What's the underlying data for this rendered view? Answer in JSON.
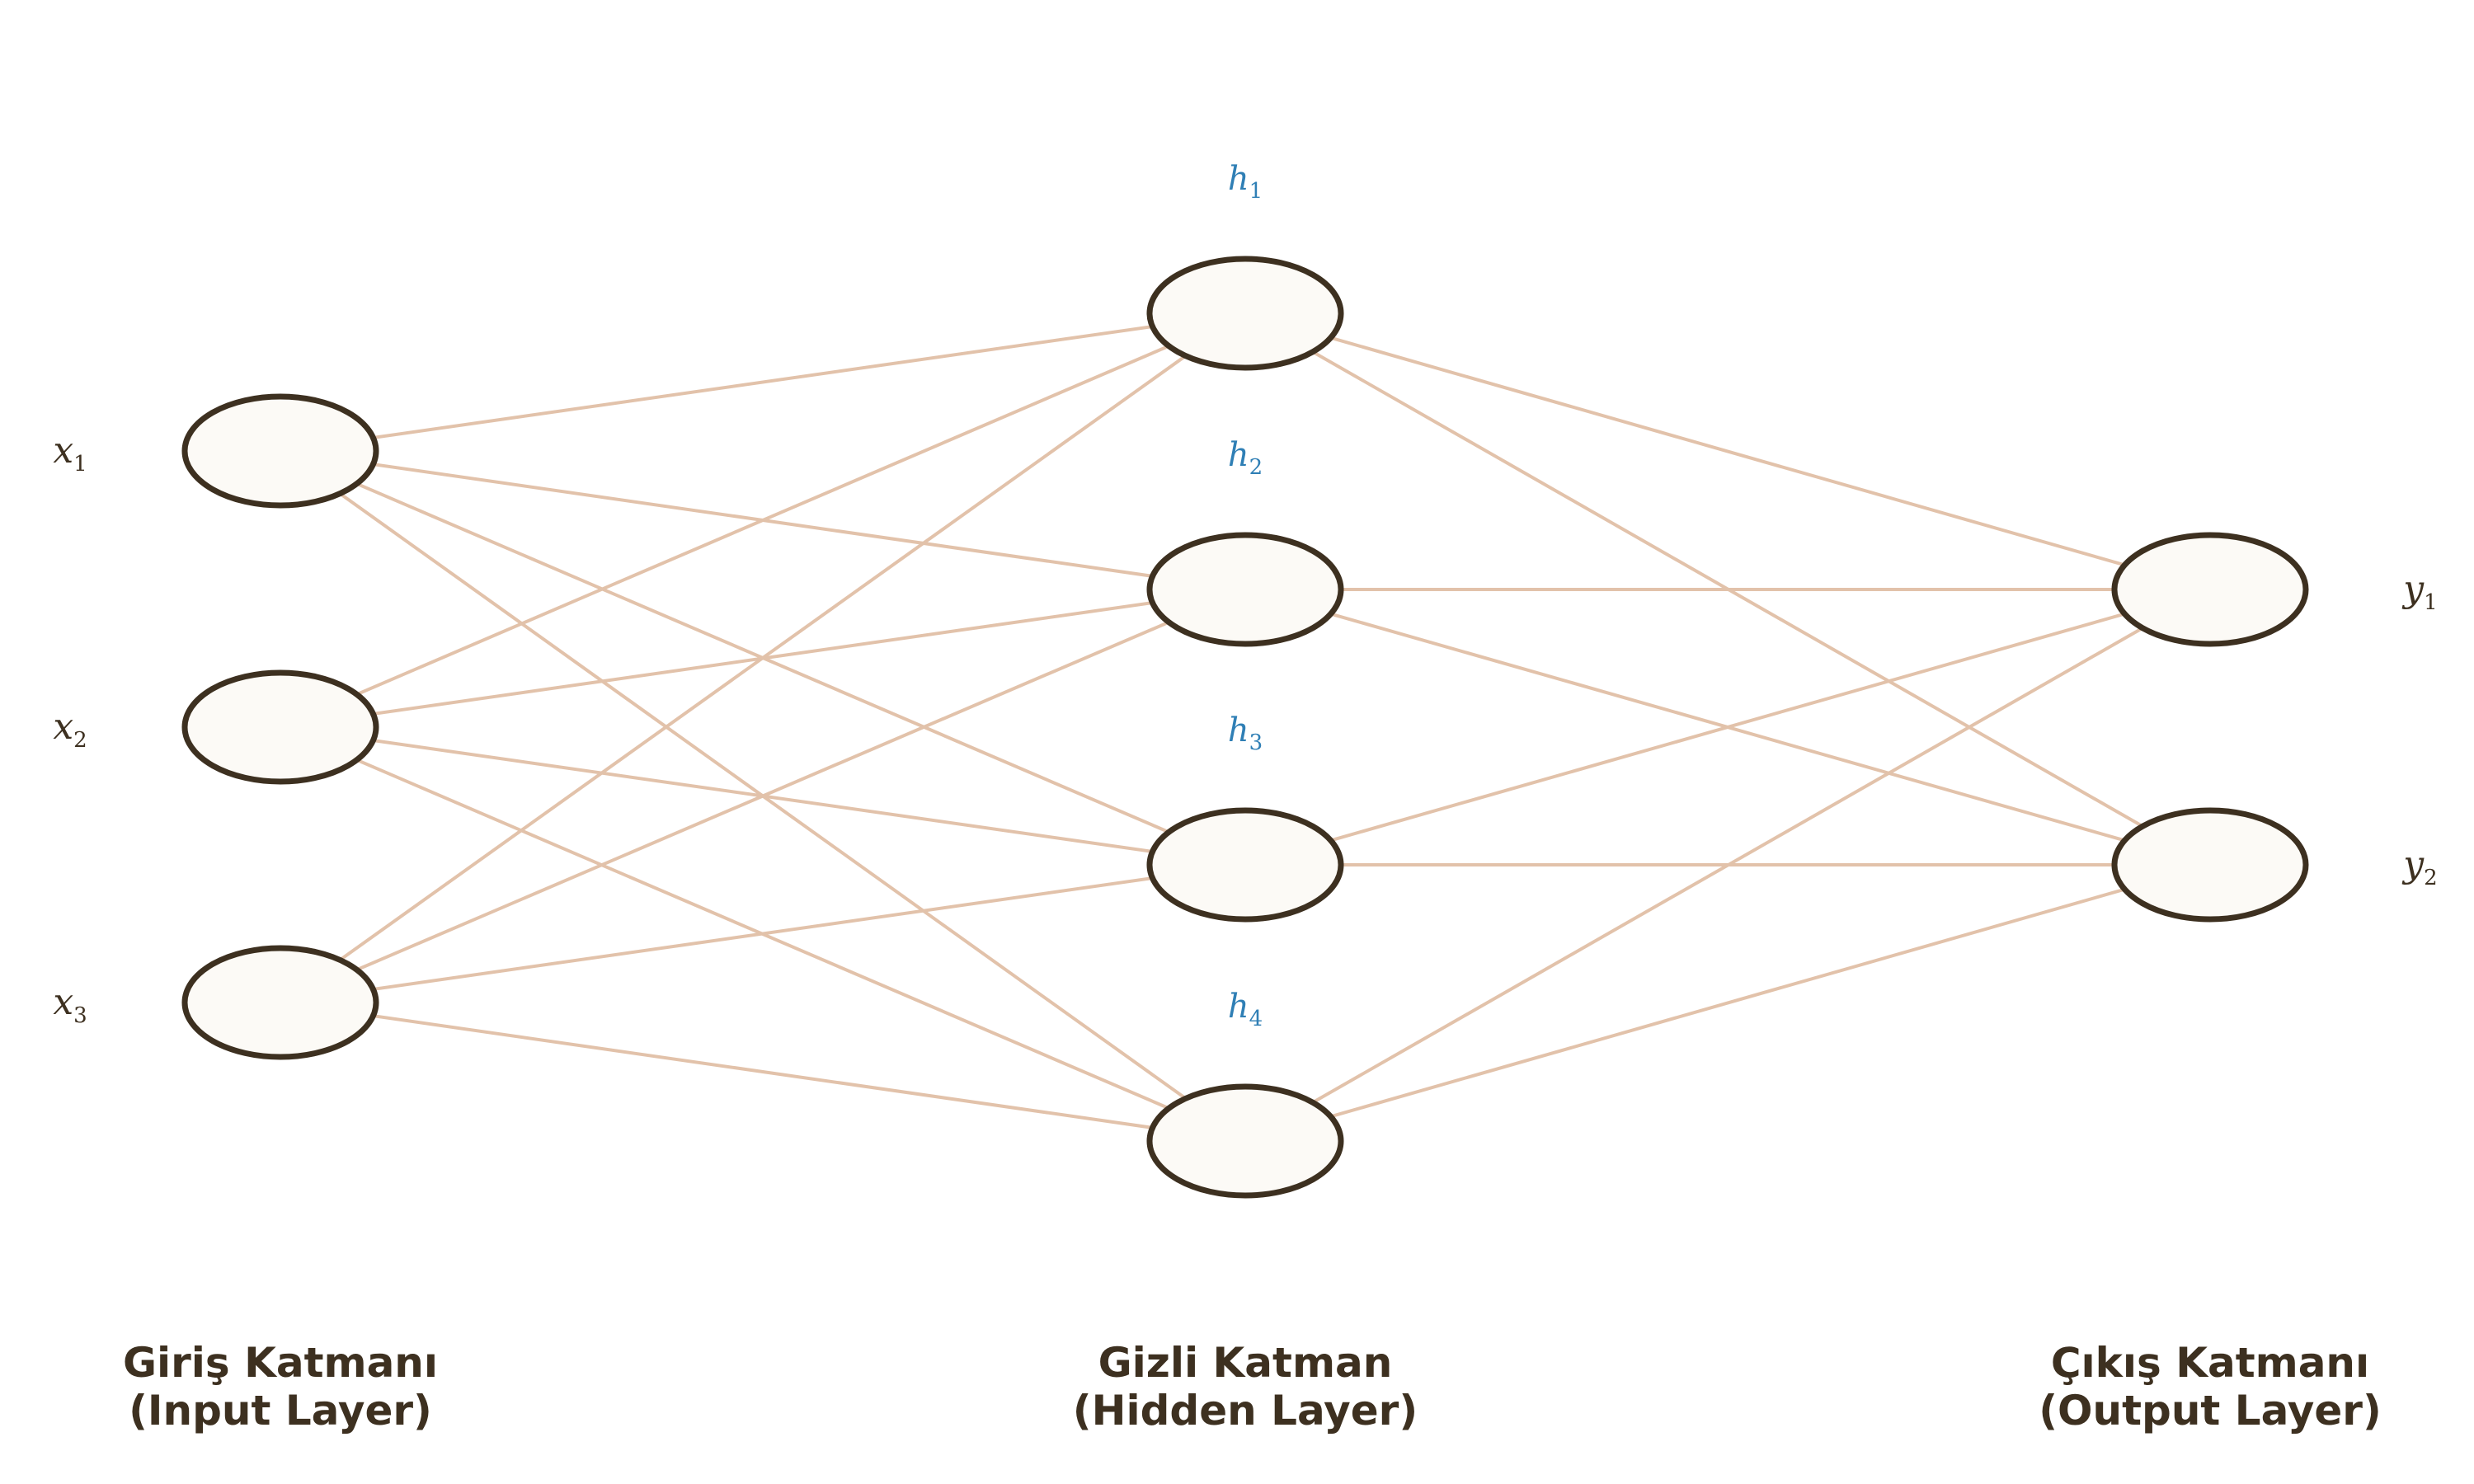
{
  "layers": [
    {
      "id": "input",
      "title_line1": "Giriş Katmanı",
      "title_line2": "(Input Layer)",
      "nodes": [
        {
          "letter": "x",
          "sub": "1"
        },
        {
          "letter": "x",
          "sub": "2"
        },
        {
          "letter": "x",
          "sub": "3"
        }
      ]
    },
    {
      "id": "hidden",
      "title_line1": "Gizli Katman",
      "title_line2": "(Hidden Layer)",
      "nodes": [
        {
          "letter": "h",
          "sub": "1"
        },
        {
          "letter": "h",
          "sub": "2"
        },
        {
          "letter": "h",
          "sub": "3"
        },
        {
          "letter": "h",
          "sub": "4"
        }
      ]
    },
    {
      "id": "output",
      "title_line1": "Çıkış Katmanı",
      "title_line2": "(Output Layer)",
      "nodes": [
        {
          "letter": "y",
          "sub": "1"
        },
        {
          "letter": "y",
          "sub": "2"
        }
      ]
    }
  ],
  "colors": {
    "node_stroke": "#3d3020",
    "node_fill": "#fcfaf6",
    "edge": "#e2c2aa",
    "hidden_label": "#2f7fb5",
    "io_label": "#3d3020"
  }
}
